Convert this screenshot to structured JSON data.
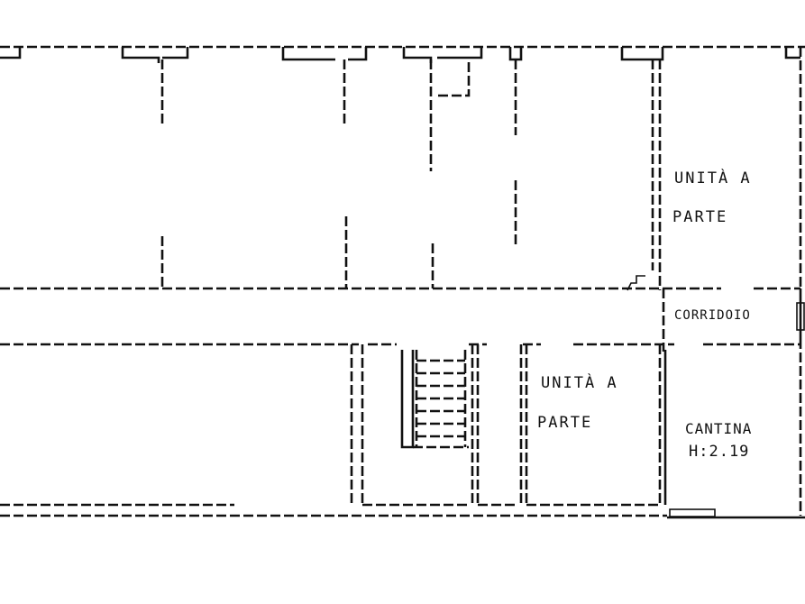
{
  "rooms": {
    "upper_right": {
      "line1": "UNITÀ A",
      "line2": "PARTE"
    },
    "corridor": {
      "label": "CORRIDOIO"
    },
    "lower_middle": {
      "line1": "UNITÀ A",
      "line2": "PARTE"
    },
    "cellar": {
      "label": "CANTINA",
      "height": "H:2.19"
    }
  }
}
